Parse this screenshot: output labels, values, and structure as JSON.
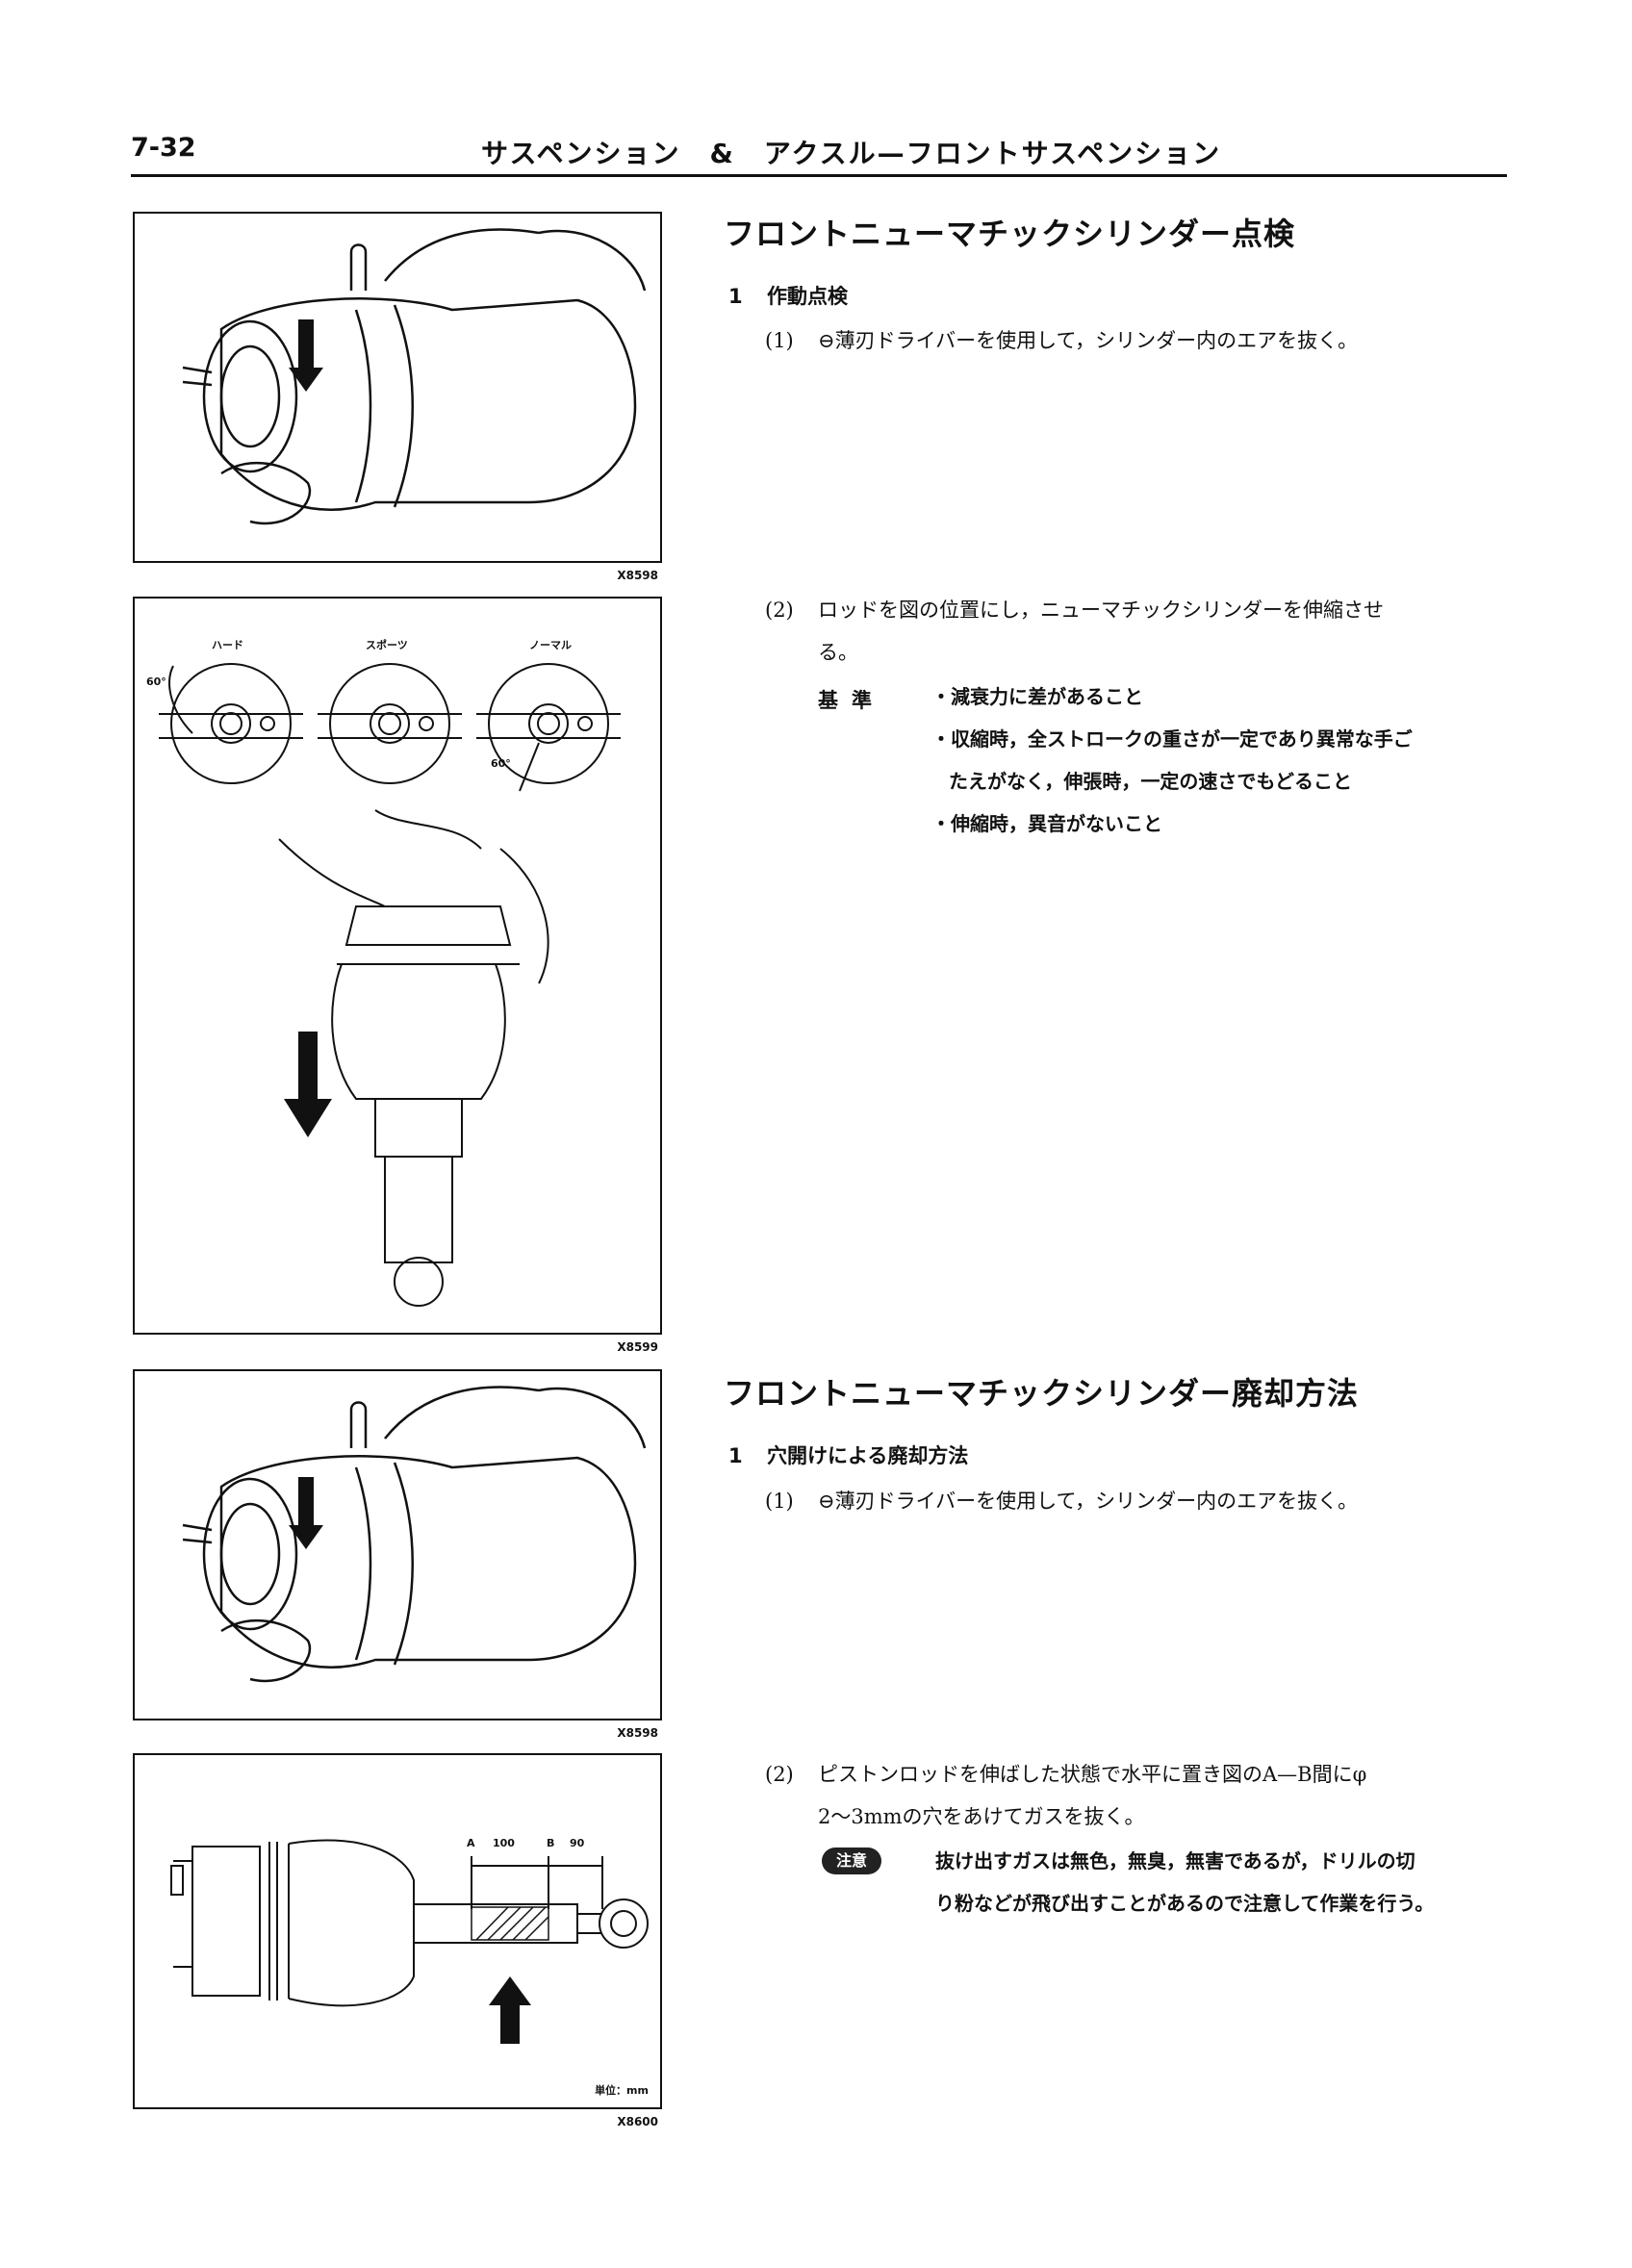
{
  "header": {
    "page_number": "7-32",
    "running_title": "サスペンション　&　アクスル—フロントサスペンション"
  },
  "figures": {
    "fig1": {
      "code": "X8598"
    },
    "fig2": {
      "code": "X8599",
      "labels": [
        "ハード",
        "スポーツ",
        "ノーマル"
      ],
      "angle_left": "60°",
      "angle_right": "60°"
    },
    "fig3": {
      "code": "X8598"
    },
    "fig4": {
      "code": "X8600",
      "dim_a": "A",
      "dim_b": "B",
      "dim_100": "100",
      "dim_90": "90",
      "unit": "単位：mm"
    }
  },
  "section1": {
    "title": "フロントニューマチックシリンダー点検",
    "step_num": "1",
    "step_label": "作動点検",
    "p1_num": "(1)",
    "p1_text": "⊖薄刃ドライバーを使用して，シリンダー内のエアを抜く。",
    "p2_num": "(2)",
    "p2_text_line1": "ロッドを図の位置にし，ニューマチックシリンダーを伸縮させ",
    "p2_text_line2": "る。",
    "criteria_label": "基準",
    "bullet1": "・減衰力に差があること",
    "bullet2_line1": "・収縮時，全ストロークの重さが一定であり異常な手ご",
    "bullet2_line2": "たえがなく，伸張時，一定の速さでもどること",
    "bullet3": "・伸縮時，異音がないこと"
  },
  "section2": {
    "title": "フロントニューマチックシリンダー廃却方法",
    "step_num": "1",
    "step_label": "穴開けによる廃却方法",
    "p1_num": "(1)",
    "p1_text": "⊖薄刃ドライバーを使用して，シリンダー内のエアを抜く。",
    "p2_num": "(2)",
    "p2_text_line1": "ピストンロッドを伸ばした状態で水平に置き図のA—B間にφ",
    "p2_text_line2": "2～3mmの穴をあけてガスを抜く。",
    "caution_badge": "注意",
    "caution_line1": "抜け出すガスは無色，無臭，無害であるが，ドリルの切",
    "caution_line2": "り粉などが飛び出すことがあるので注意して作業を行う。"
  }
}
